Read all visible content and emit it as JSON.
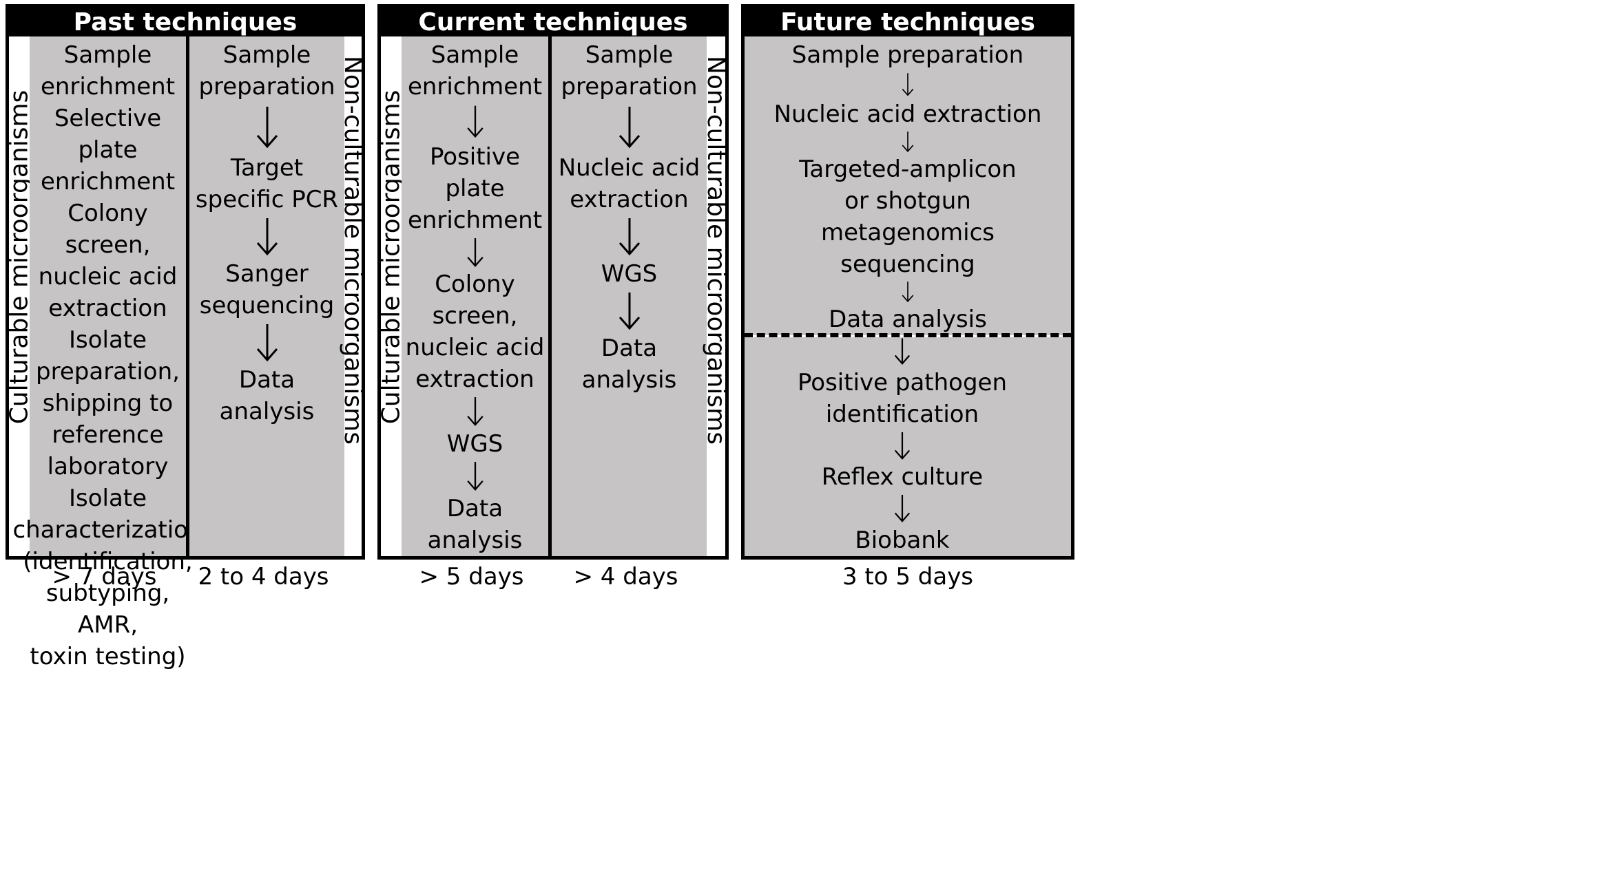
{
  "panels": {
    "past": {
      "title": "Past techniques",
      "left_label": "Culturable microorganisms",
      "right_label": "Non-culturable microorganisms",
      "culturable_steps": [
        "Sample enrichment",
        "Selective plate\nenrichment",
        "Colony screen,\nnucleic acid\nextraction",
        "Isolate preparation,\nshipping to\nreference\nlaboratory",
        "Isolate\ncharacterization\n(identification,\nsubtyping, AMR,\ntoxin testing)"
      ],
      "nonculturable_steps": [
        "Sample preparation",
        "Target specific PCR",
        "Sanger sequencing",
        "Data analysis"
      ],
      "culturable_duration": "> 7 days",
      "nonculturable_duration": "2 to 4 days"
    },
    "current": {
      "title": "Current techniques",
      "left_label": "Culturable microorganisms",
      "right_label": "Non-culturable microorganisms",
      "culturable_steps": [
        "Sample enrichment",
        "Positive plate\nenrichment",
        "Colony screen,\nnucleic acid\nextraction",
        "WGS",
        "Data analysis"
      ],
      "nonculturable_steps": [
        "Sample preparation",
        "Nucleic acid\nextraction",
        "WGS",
        "Data analysis"
      ],
      "culturable_duration": "> 5 days",
      "nonculturable_duration": "> 4 days"
    },
    "future": {
      "title": "Future techniques",
      "steps_top": [
        "Sample preparation",
        "Nucleic acid extraction",
        "Targeted-amplicon\nor shotgun\nmetagenomics\nsequencing",
        "Data analysis"
      ],
      "steps_bottom": [
        "Positive pathogen\nidentification",
        "Reflex culture",
        "Biobank"
      ],
      "duration": "3 to 5 days"
    }
  }
}
